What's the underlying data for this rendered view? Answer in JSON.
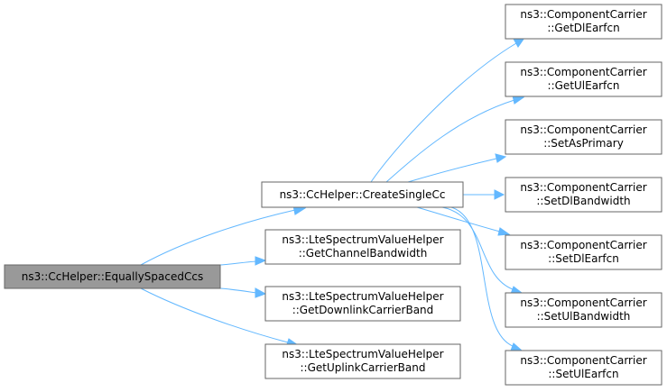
{
  "graph": {
    "root": {
      "label": "ns3::CcHelper::EquallySpacedCcs"
    },
    "create_single_cc": {
      "label": "ns3::CcHelper::CreateSingleCc"
    },
    "get_channel_bandwidth": {
      "line1": "ns3::LteSpectrumValueHelper",
      "line2": "::GetChannelBandwidth"
    },
    "get_downlink_carrier_band": {
      "line1": "ns3::LteSpectrumValueHelper",
      "line2": "::GetDownlinkCarrierBand"
    },
    "get_uplink_carrier_band": {
      "line1": "ns3::LteSpectrumValueHelper",
      "line2": "::GetUplinkCarrierBand"
    },
    "get_dl_earfcn": {
      "line1": "ns3::ComponentCarrier",
      "line2": "::GetDlEarfcn"
    },
    "get_ul_earfcn": {
      "line1": "ns3::ComponentCarrier",
      "line2": "::GetUlEarfcn"
    },
    "set_as_primary": {
      "line1": "ns3::ComponentCarrier",
      "line2": "::SetAsPrimary"
    },
    "set_dl_bandwidth": {
      "line1": "ns3::ComponentCarrier",
      "line2": "::SetDlBandwidth"
    },
    "set_dl_earfcn": {
      "line1": "ns3::ComponentCarrier",
      "line2": "::SetDlEarfcn"
    },
    "set_ul_bandwidth": {
      "line1": "ns3::ComponentCarrier",
      "line2": "::SetUlBandwidth"
    },
    "set_ul_earfcn": {
      "line1": "ns3::ComponentCarrier",
      "line2": "::SetUlEarfcn"
    }
  },
  "colors": {
    "edge": "#63b8ff",
    "node_border": "#666666",
    "root_fill": "#999999",
    "node_fill": "#ffffff"
  }
}
